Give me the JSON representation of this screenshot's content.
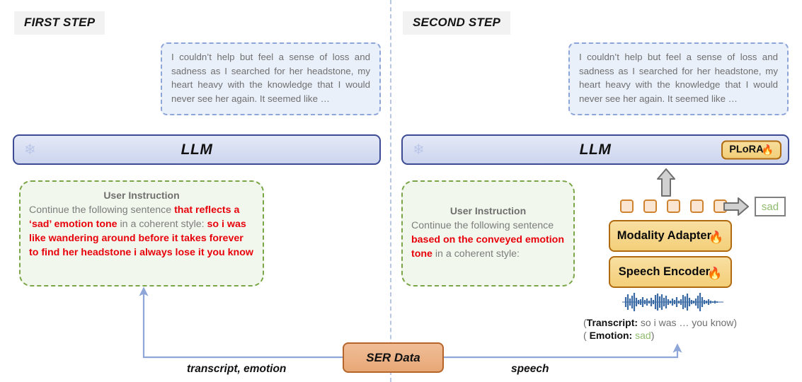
{
  "steps": {
    "first": {
      "header": "FIRST STEP"
    },
    "second": {
      "header": "SECOND STEP"
    }
  },
  "generated_text": {
    "left": "I couldn’t help but feel a sense of loss and sadness as I searched for her headstone, my heart heavy with the knowledge that I would never see her again. It seemed like …",
    "right": "I couldn’t help but feel a sense of loss and sadness as I searched for her headstone, my heart heavy with the knowledge that I would never see her again. It seemed like …"
  },
  "llm": {
    "left_label": "LLM",
    "right_label": "LLM",
    "snowflake_icon": "snowflake-icon",
    "plora_label": "PLoRA",
    "flame_icon": "flame-icon"
  },
  "instruction_left": {
    "title": "User Instruction",
    "part1": "Continue the following sentence ",
    "hl1": "that reflects a ‘sad’ emotion tone",
    "part2": " in a coherent style: ",
    "hl2": "so i was like wandering around before it takes forever to find her headstone i always lose it you know"
  },
  "instruction_right": {
    "title": "User Instruction",
    "part1": "Continue the following sentence ",
    "hl1": "based on the conveyed emotion tone",
    "part2": " in a coherent style:"
  },
  "speech_pipeline": {
    "modality_adapter": "Modality Adapter",
    "speech_encoder": "Speech Encoder",
    "flame_icon": "flame-icon",
    "token_count": 5,
    "sad_output": "sad",
    "up_arrow_icon": "up-arrow-icon",
    "right_arrow_icon": "right-arrow-icon",
    "waveform_icon": "waveform-icon"
  },
  "caption": {
    "transcript_open": "(",
    "transcript_key": "Transcript:",
    "transcript_value": " so i was … you know)",
    "emotion_open": "( ",
    "emotion_key": "Emotion:",
    "emotion_value": "sad",
    "emotion_close": ")"
  },
  "bottom_flow": {
    "ser_data": "SER Data",
    "left_label": "transcript, emotion",
    "right_label": "speech"
  },
  "colors": {
    "llm_border": "#3c4b93",
    "llm_fill": "#d5ddf0",
    "instruction_border": "#7ba648",
    "instruction_fill": "#f1f7ec",
    "highlight_red": "#e8000b",
    "emotion_green": "#8fbc6e",
    "module_border": "#b06a10",
    "module_fill": "#f5d68d",
    "ser_fill": "#eeb189",
    "divider": "#b9c7e6"
  }
}
